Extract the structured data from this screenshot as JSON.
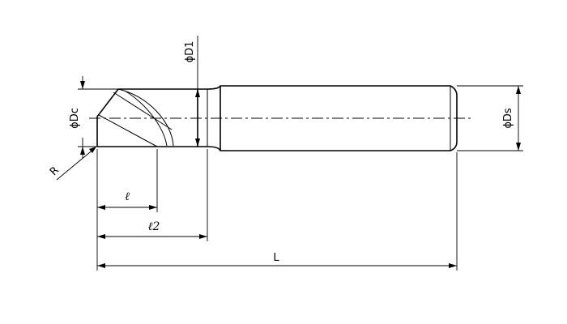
{
  "dimensions": {
    "corner_radius": "R",
    "cutting_diameter": "ϕDc",
    "neck_diameter": "ϕD1",
    "shank_diameter": "ϕDs",
    "flute_length": "ℓ",
    "neck_length": "ℓ2",
    "overall_length": "L"
  }
}
